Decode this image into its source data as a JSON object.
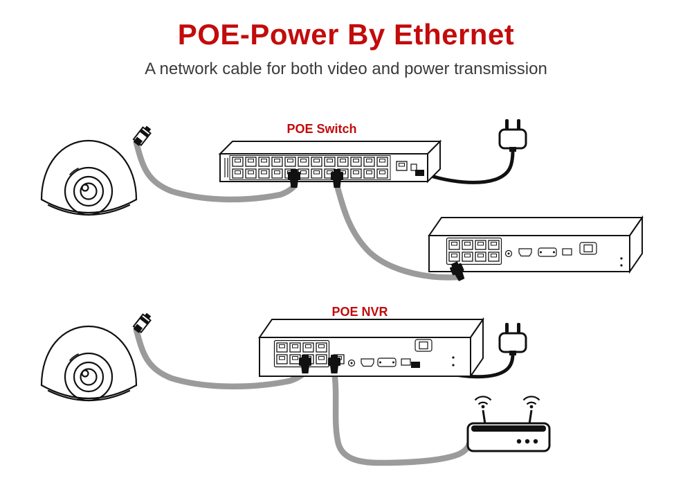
{
  "title": "POE-Power By Ethernet",
  "subtitle": "A network cable for both video and power transmission",
  "diagram": {
    "switch_label": "POE Switch",
    "nvr_label": "POE NVR"
  },
  "devices": {
    "top_row": [
      "dome-camera",
      "poe-switch",
      "power-plug",
      "nvr-recorder"
    ],
    "bottom_row": [
      "dome-camera",
      "poe-nvr-recorder",
      "power-plug",
      "wifi-router"
    ]
  },
  "colors": {
    "title_red": "#C30B0B",
    "label_red": "#C30B0B",
    "subtitle_gray": "#3A3A3A",
    "cable_gray": "#9B9B9B",
    "line_black": "#111111"
  }
}
